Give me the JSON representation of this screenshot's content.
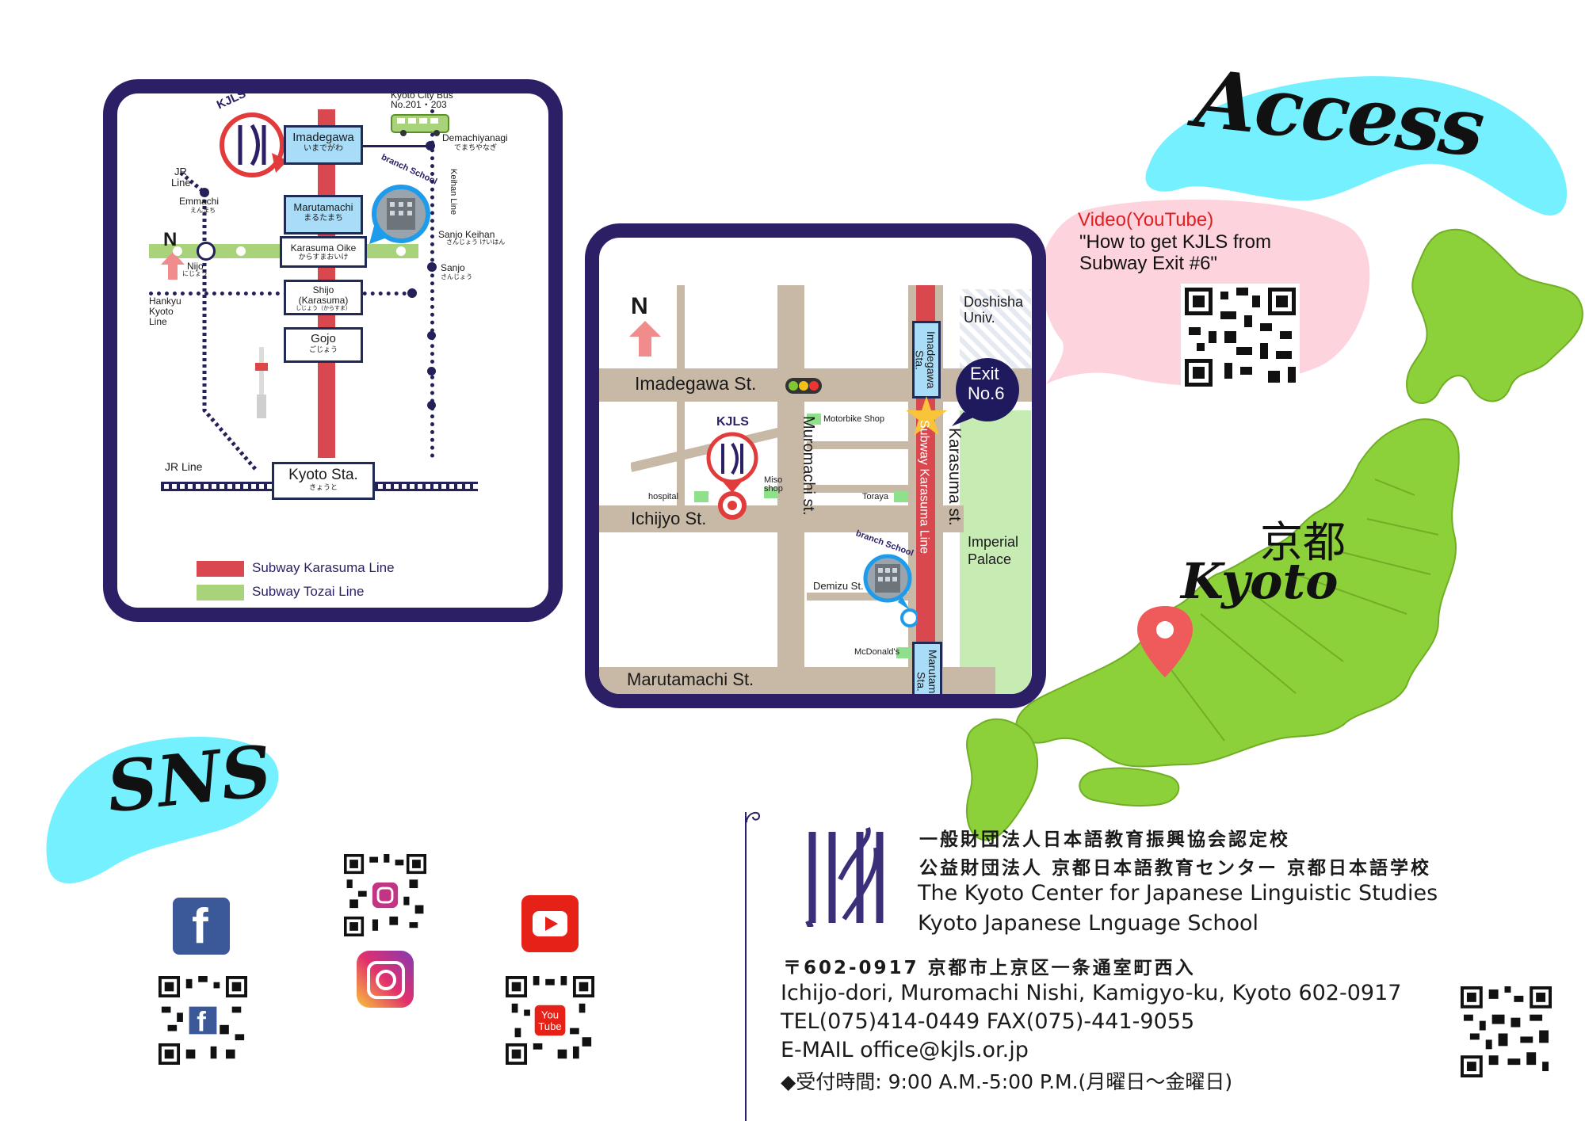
{
  "colors": {
    "frame": "#2c1f66",
    "karasuma": "#d9474f",
    "tozai": "#a8d37a",
    "station": "#a9dcf7",
    "road": "#c8b9a6",
    "cyan_blob": "#74f0ff",
    "pink_bubble": "#fdd3de",
    "japan_green": "#8dd13a",
    "pin": "#ef5b5b"
  },
  "access_title": "Access",
  "sns_title": "SNS",
  "route_map": {
    "kjls": "KJLS",
    "bus_line1": "Kyoto City Bus",
    "bus_line2": "No.201・203",
    "imadegawa": "Imadegawa",
    "imadegawa_jp": "いまでがわ",
    "demachiyanagi": "Demachiyanagi",
    "demachiyanagi_jp": "でまちやなぎ",
    "jr_line_top1": "JR",
    "jr_line_top2": "Line",
    "emmachi": "Emmachi",
    "emmachi_jp": "えんまち",
    "keihan_line": "Keihan Line",
    "branch_school": "branch School",
    "marutamachi": "Marutamachi",
    "marutamachi_jp": "まるたまち",
    "north": "N",
    "karasuma_oike": "Karasuma Oike",
    "karasuma_oike_jp": "からすまおいけ",
    "sanjo_keihan": "Sanjo Keihan",
    "sanjo_keihan_jp": "さんじょう けいはん",
    "nijo": "Nijo",
    "nijo_jp": "にじょう",
    "sanjo": "Sanjo",
    "sanjo_jp": "さんじょう",
    "shijo1": "Shijo",
    "shijo2": "(Karasuma)",
    "shijo_jp": "しじょう（からすま）",
    "hankyu1": "Hankyu",
    "hankyu2": "Kyoto",
    "hankyu3": "Line",
    "gojo": "Gojo",
    "gojo_jp": "ごじょう",
    "jr_line": "JR Line",
    "kyoto_sta": "Kyoto Sta.",
    "kyoto_sta_jp": "きょうと",
    "legend_karasuma": "Subway Karasuma Line",
    "legend_tozai": "Subway Tozai Line"
  },
  "street_map": {
    "north": "N",
    "doshisha1": "Doshisha",
    "doshisha2": "Univ.",
    "imadegawa_st": "Imadegawa St.",
    "imadegawa_sta": "Imadegawa Sta.",
    "exit1": "Exit",
    "exit2": "No.6",
    "motorbike": "Motorbike Shop",
    "kjls": "KJLS",
    "muromachi": "Muromachi st.",
    "miso1": "Miso",
    "miso2": "shop",
    "hospital": "hospital",
    "toraya": "Toraya",
    "karasuma_st": "Karasuma st.",
    "subway_line": "Subway Karasuma Line",
    "ichijyo": "Ichijyo St.",
    "imperial1": "Imperial",
    "imperial2": "Palace",
    "branch_school": "branch School",
    "demizu": "Demizu St.",
    "mcdonalds": "McDonald's",
    "marutamachi_sta": "Marutamachi Sta.",
    "marutamachi_st": "Marutamachi St."
  },
  "video": {
    "label": "Video(YouTube)",
    "line1": "\"How to get KJLS from",
    "line2": "Subway Exit #6\""
  },
  "kyoto_jp": "京都",
  "kyoto_en": "Kyoto",
  "sns": {
    "facebook": "facebook-icon",
    "instagram": "instagram-icon",
    "youtube": "youtube-icon",
    "youtube_badge1": "You",
    "youtube_badge2": "Tube"
  },
  "school": {
    "line1": "一般財団法人日本語教育振興協会認定校",
    "line2": "公益財団法人 京都日本語教育センター 京都日本語学校",
    "line3": "The Kyoto Center for Japanese Linguistic Studies",
    "line4": "Kyoto Japanese Lnguage School",
    "postal": "〒602-0917  京都市上京区一条通室町西入",
    "address": "Ichijo-dori, Muromachi Nishi, Kamigyo-ku, Kyoto 602-0917",
    "tel": "TEL(075)414-0449  FAX(075)-441-9055",
    "email": "E-MAIL office@kjls.or.jp",
    "hours": "◆受付時間: 9:00 A.M.-5:00 P.M.(月曜日～金曜日)"
  }
}
